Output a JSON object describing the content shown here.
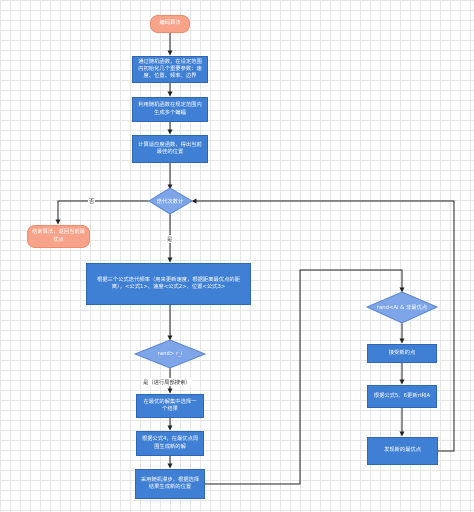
{
  "nodes": {
    "start": "编码算法",
    "init": "通过随机函数，在设定范围内初始化几个重要参数：速度、位置、频率、边界",
    "generate": "利用随机函数在规定范围内生成多个蝙蝠",
    "fitness": "计算适应度函数，得出当前最佳的位置",
    "loop": "迭代次数计",
    "end": "结束算法，返回当前最优点",
    "update": "根据三个公式迭代频率（用来更新速度，根据距离最优点的距离），<公式1>、速度<公式2>、位置<公式3>",
    "rand_ri": "rand> r_i",
    "select": "在最优的解集中选择一个结果",
    "formula4": "根据公式4，在最优点周围生成新的解",
    "randomwalk": "采用随机漫步，根据选择结果生成新的位置",
    "rand_ai": "rand<Ai & 非最优点",
    "accept": "接受新的点",
    "formula56": "根据公式5、6更新ri和A",
    "found": "发现新的最优点"
  },
  "edges": {
    "no": "否",
    "yes": "是",
    "yes_local": "是（进行局部搜索）"
  },
  "colors": {
    "process": "#3f7fd4",
    "terminal": "#f7a38a",
    "decision": "#7da5e8",
    "arrow": "#222222"
  }
}
